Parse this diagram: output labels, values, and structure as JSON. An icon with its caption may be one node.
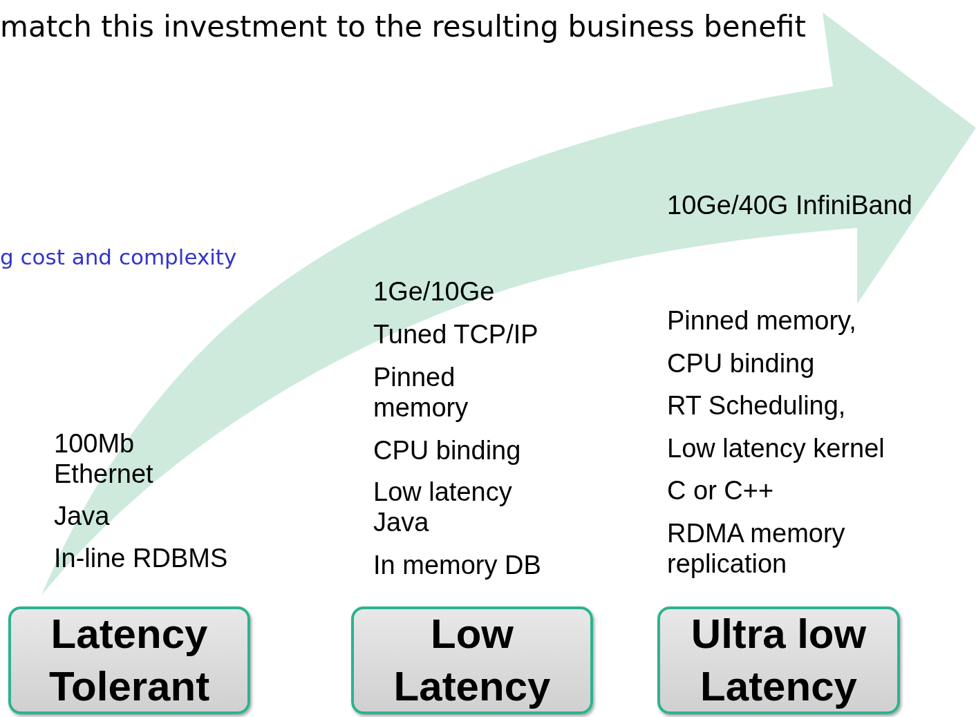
{
  "diagram": {
    "title": "match this investment  to the resulting business benefit",
    "nodes": [
      {
        "text": [
          "Latency Tolerant"
        ]
      },
      {
        "text": [
          "Low Latency"
        ]
      },
      {
        "text": [
          "Ultra low Latency"
        ]
      }
    ],
    "edges": [],
    "labels": [
      "g cost and complexity",
      "100Mb Ethernet",
      "Java",
      "In-line RDBMS",
      "1Ge/10Ge",
      "Tuned TCP/IP",
      "Pinned memory",
      "CPU binding",
      "Low latency Java",
      "In memory DB",
      "10Ge/40G InfiniBand",
      "Pinned memory,",
      "CPU binding",
      "RT Scheduling,",
      "Low latency kernel",
      "C or  C++",
      "RDMA memory replication"
    ]
  }
}
